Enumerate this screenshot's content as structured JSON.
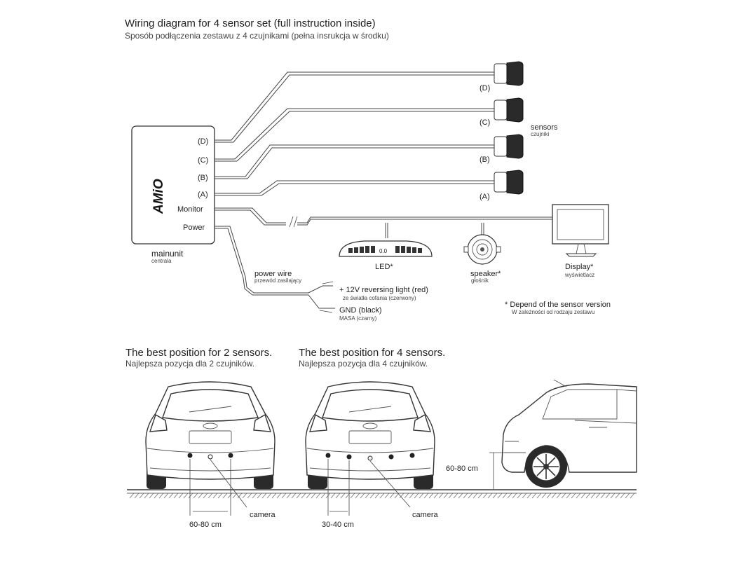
{
  "header": {
    "title": "Wiring diagram for 4 sensor set (full instruction inside)",
    "subtitle": "Sposób podłączenia zestawu z 4 czujnikami (pełna insrukcja w środku)"
  },
  "mainunit": {
    "brand": "AMiO",
    "ports": [
      "(D)",
      "(C)",
      "(B)",
      "(A)",
      "Monitor",
      "Power"
    ],
    "label": "mainunit",
    "label_pl": "centrala"
  },
  "sensors": {
    "labels": [
      "(D)",
      "(C)",
      "(B)",
      "(A)"
    ],
    "label": "sensors",
    "label_pl": "czujniki"
  },
  "led": {
    "label": "LED*",
    "readout": "0.0"
  },
  "speaker": {
    "label": "speaker*",
    "label_pl": "głośnik"
  },
  "display": {
    "label": "Display*",
    "label_pl": "wyświetlacz"
  },
  "power_wire": {
    "label": "power wire",
    "label_pl": "przewód zasilający",
    "plus_label": "+ 12V reversing light (red)",
    "plus_label_pl": "ze światła cofania (czerwony)",
    "gnd_label": "GND (black)",
    "gnd_label_pl": "MASA (czarny)"
  },
  "note": {
    "text": "* Depend of the sensor version",
    "text_pl": "W zależności od rodzaju zestawu"
  },
  "positions": {
    "two": {
      "title": "The best position for 2 sensors.",
      "title_pl": "Najlepsza pozycja dla 2 czujników.",
      "distance": "60-80 cm",
      "camera": "camera"
    },
    "four": {
      "title": "The best position for 4 sensors.",
      "title_pl": "Najlepsza pozycja dla 4 czujników.",
      "distance": "30-40 cm",
      "camera": "camera"
    },
    "height": "60-80 cm"
  }
}
